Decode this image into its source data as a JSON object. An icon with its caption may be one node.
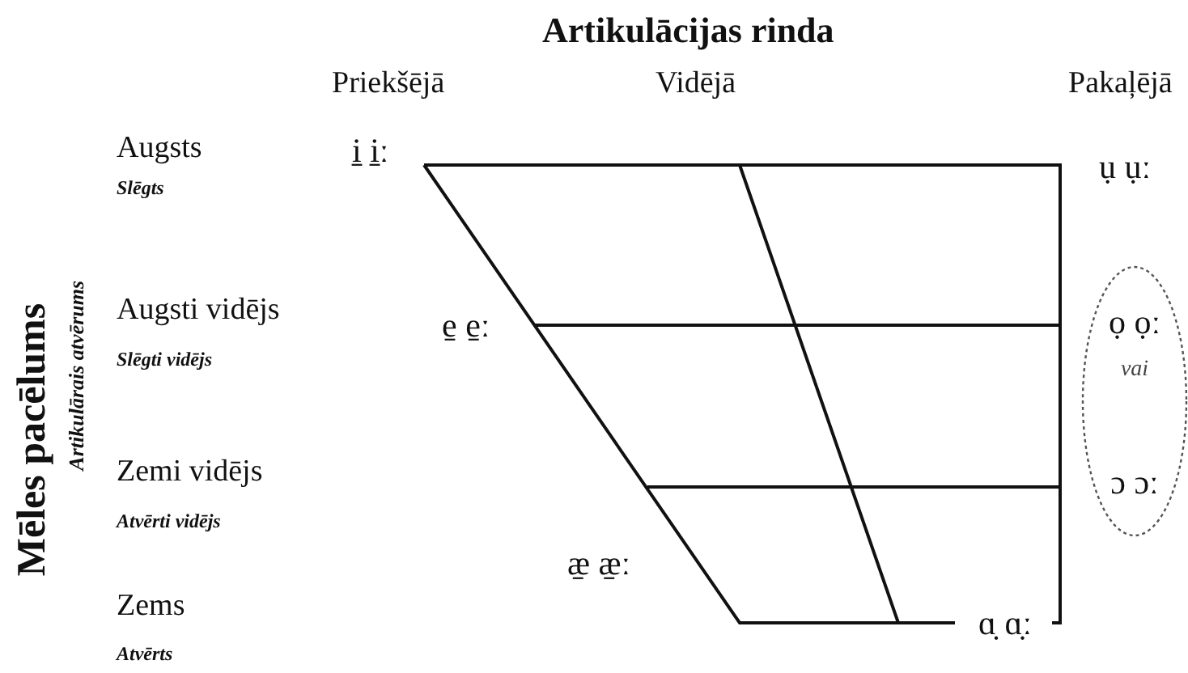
{
  "diagram": {
    "title": "Artikulācijas rinda",
    "nodes": [
      {
        "text": [
          "ọ ọː",
          "vai",
          "ɔ ɔː"
        ]
      }
    ],
    "labels": [
      "Priekšējā",
      "Vidējā",
      "Pakaļējā",
      "Augsts",
      "Slēgts",
      "i̱ i̱ː",
      "ụ ụː",
      "Mēles pacēlums",
      "Artikulārais atvērums",
      "Augsti vidējs",
      "Slēgti vidējs",
      "e̱ e̱ː",
      "Zemi vidējs",
      "Atvērti vidējs",
      "æ̱ æ̱ː",
      "Zems",
      "Atvērts",
      "ɑ̣ ɑ̣ː"
    ]
  }
}
